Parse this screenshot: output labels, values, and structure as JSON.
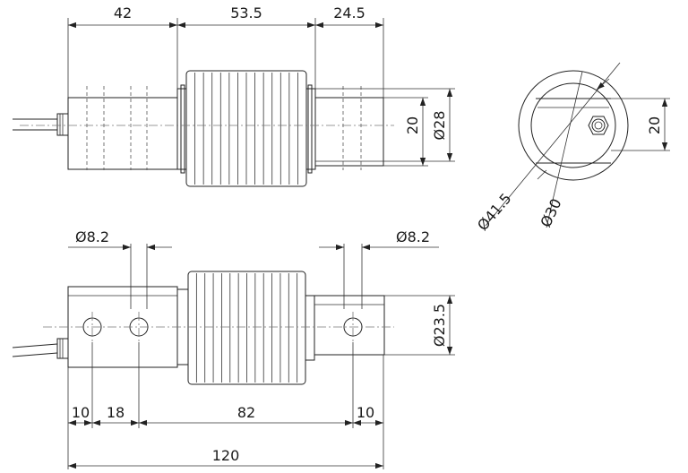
{
  "top_view": {
    "dim_42": "42",
    "dim_53_5": "53.5",
    "dim_24_5": "24.5",
    "dim_20": "20",
    "dim_d28": "Ø28"
  },
  "end_view": {
    "dim_20": "20",
    "dim_d41_5": "Ø41.5",
    "dim_d30": "Ø30"
  },
  "front_view": {
    "dim_hole_left": "Ø8.2",
    "dim_hole_right": "Ø8.2",
    "dim_d23_5": "Ø23.5",
    "dim_10_left": "10",
    "dim_18": "18",
    "dim_82": "82",
    "dim_10_right": "10",
    "dim_120": "120"
  }
}
